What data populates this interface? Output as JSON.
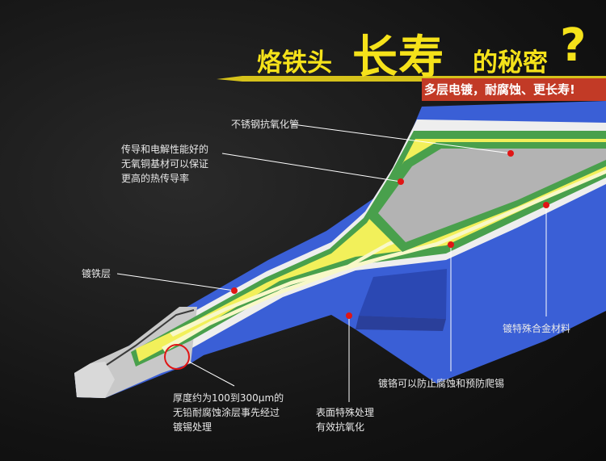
{
  "title": {
    "prefix": "烙铁头",
    "highlight": "长寿",
    "suffix": "的秘密",
    "question_mark": "?"
  },
  "subtitle": "多层电镀，耐腐蚀、更长寿!",
  "labels": {
    "tube": "不锈钢抗氧化管",
    "copper": "传导和电解性能好的\n无氧铜基材可以保证\n更高的热传导率",
    "iron_plating": "镀铁层",
    "alloy": "镀特殊合金材料",
    "chrome": "镀铬可以防止腐蚀和预防爬锡",
    "coating": "厚度约为100到300μm的\n无铅耐腐蚀涂层事先经过\n镀锡处理",
    "surface": "表面特殊处理\n有效抗氧化"
  },
  "colors": {
    "title_yellow": "#f5e21a",
    "outer_blue": "#3a5fd6",
    "copper_yellow": "#f2f05a",
    "alloy_green": "#49a04c",
    "tube_gray": "#b3b3b3",
    "marker_red": "#e01515"
  }
}
